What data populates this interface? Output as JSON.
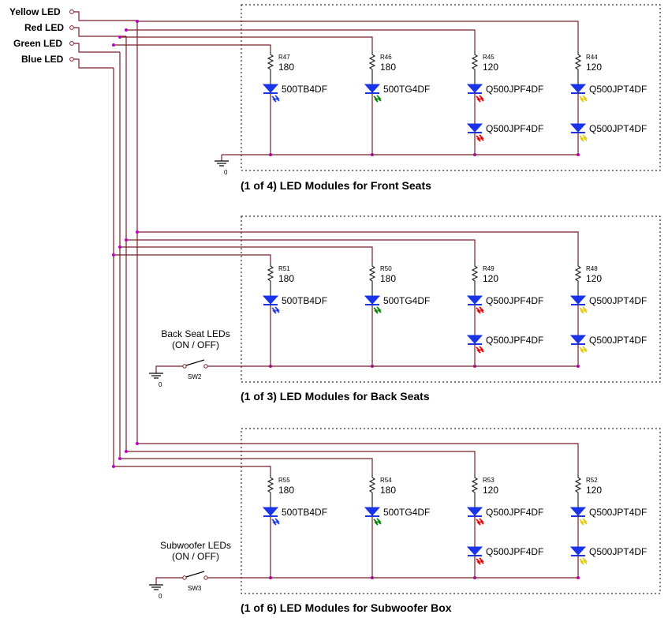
{
  "inputs": [
    {
      "label": "Yellow LED",
      "color": "#e0c000"
    },
    {
      "label": "Red LED",
      "color": "#e00000"
    },
    {
      "label": "Green LED",
      "color": "#008000"
    },
    {
      "label": "Blue LED",
      "color": "#0000c0"
    }
  ],
  "ground_label": "0",
  "led_colors": {
    "blue": "#1a33e6",
    "green": "#008000",
    "red": "#e00000",
    "yellow": "#e6c800"
  },
  "modules": [
    {
      "title": "(1 of 4) LED Modules for Front Seats",
      "resistors": [
        {
          "ref": "R47",
          "value": "180",
          "led": "500TB4DF"
        },
        {
          "ref": "R46",
          "value": "180",
          "led": "500TG4DF"
        },
        {
          "ref": "R45",
          "value": "120",
          "led": "Q500JPF4DF",
          "led2": "Q500JPF4DF"
        },
        {
          "ref": "R44",
          "value": "120",
          "led": "Q500JPT4DF",
          "led2": "Q500JPT4DF"
        }
      ]
    },
    {
      "title": "(1 of 3) LED Modules for Back Seats",
      "switch": {
        "label_line1": "Back Seat LEDs",
        "label_line2": "(ON / OFF)",
        "ref": "SW2"
      },
      "resistors": [
        {
          "ref": "R51",
          "value": "180",
          "led": "500TB4DF"
        },
        {
          "ref": "R50",
          "value": "180",
          "led": "500TG4DF"
        },
        {
          "ref": "R49",
          "value": "120",
          "led": "Q500JPF4DF",
          "led2": "Q500JPF4DF"
        },
        {
          "ref": "R48",
          "value": "120",
          "led": "Q500JPT4DF",
          "led2": "Q500JPT4DF"
        }
      ]
    },
    {
      "title": "(1 of 6) LED Modules for Subwoofer Box",
      "switch": {
        "label_line1": "Subwoofer LEDs",
        "label_line2": "(ON / OFF)",
        "ref": "SW3"
      },
      "resistors": [
        {
          "ref": "R55",
          "value": "180",
          "led": "500TB4DF"
        },
        {
          "ref": "R54",
          "value": "180",
          "led": "500TG4DF"
        },
        {
          "ref": "R53",
          "value": "120",
          "led": "Q500JPF4DF",
          "led2": "Q500JPF4DF"
        },
        {
          "ref": "R52",
          "value": "120",
          "led": "Q500JPT4DF",
          "led2": "Q500JPT4DF"
        }
      ]
    }
  ]
}
